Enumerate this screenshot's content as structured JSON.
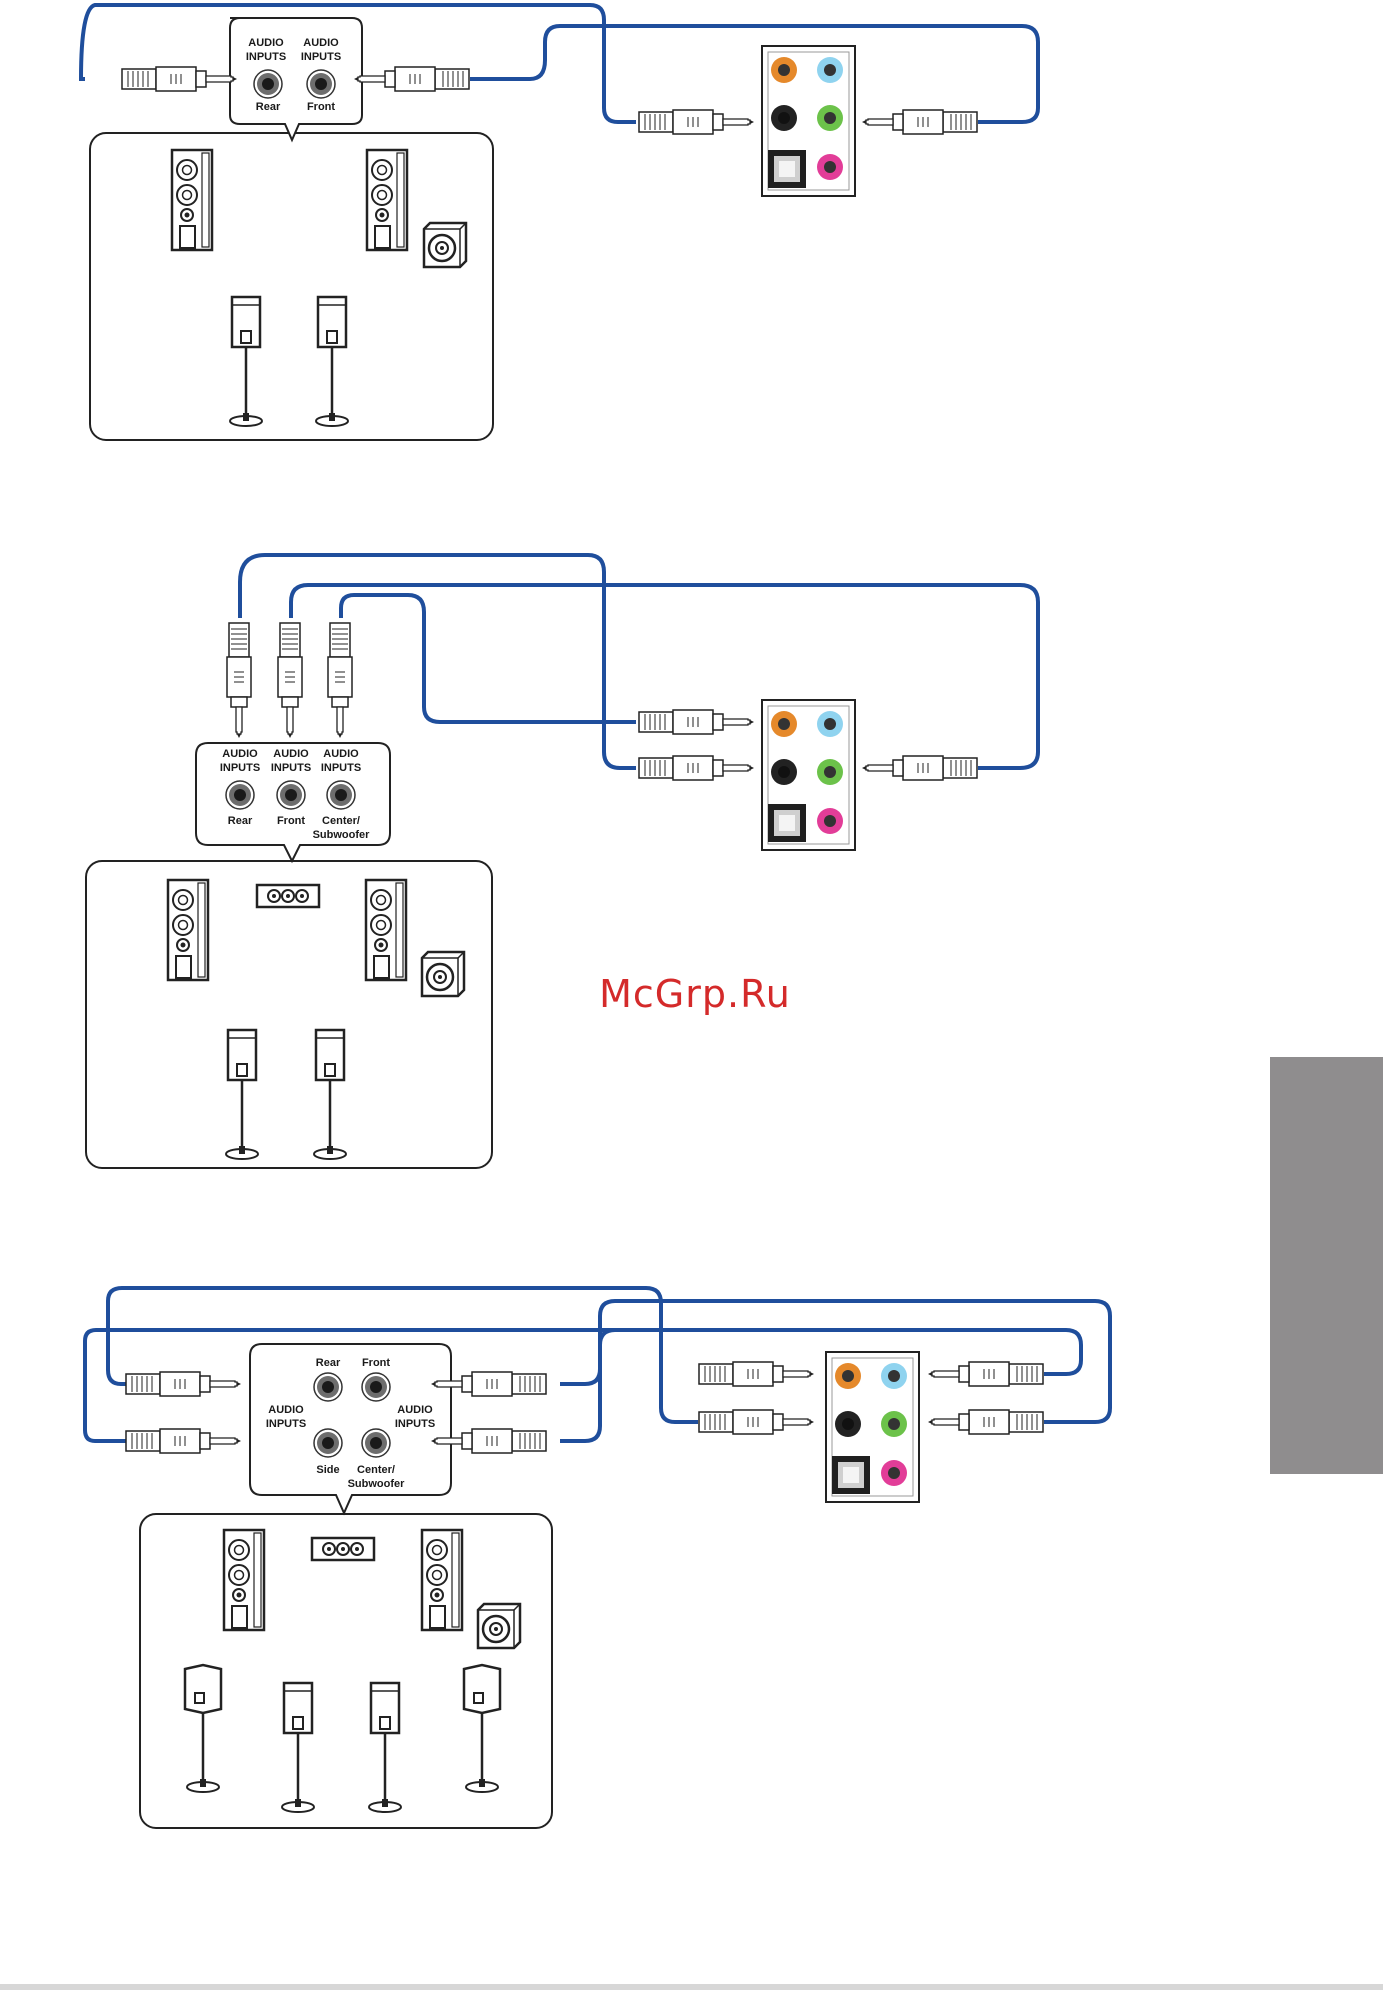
{
  "watermark": "McGrp.Ru",
  "colors": {
    "cable": "#1f4e9c",
    "port_orange": "#e5892b",
    "port_blue": "#8fd3ef",
    "port_black": "#222222",
    "port_green": "#6cc24a",
    "port_pink": "#e23d98",
    "side_tab": "#8f8d8e"
  },
  "diagram_1": {
    "input_label_left": "AUDIO\nINPUTS",
    "input_label_right": "AUDIO\nINPUTS",
    "jack_rear": "Rear",
    "jack_front": "Front"
  },
  "diagram_2": {
    "input_label_1": "AUDIO\nINPUTS",
    "input_label_2": "AUDIO\nINPUTS",
    "input_label_3": "AUDIO\nINPUTS",
    "jack_rear": "Rear",
    "jack_front": "Front",
    "jack_center": "Center/\nSubwoofer"
  },
  "diagram_3": {
    "jack_rear": "Rear",
    "jack_front": "Front",
    "input_label_left": "AUDIO\nINPUTS",
    "input_label_right": "AUDIO\nINPUTS",
    "jack_side": "Side",
    "jack_center": "Center/\nSubwoofer"
  }
}
